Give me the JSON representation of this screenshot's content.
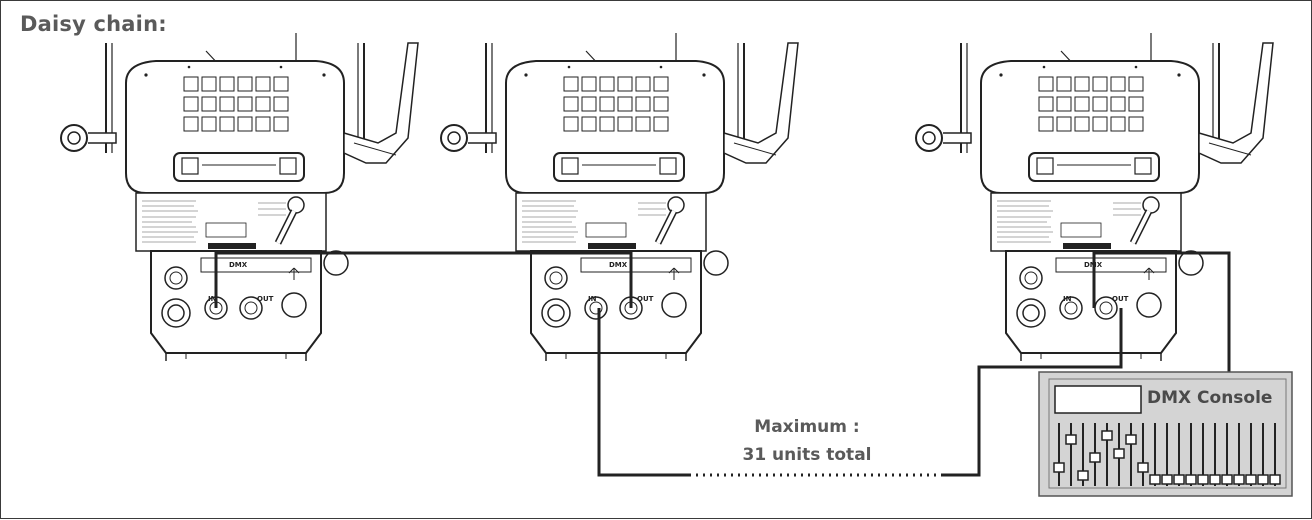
{
  "title": "Daisy chain:",
  "note": {
    "line1": "Maximum :",
    "line2": "31 units total"
  },
  "console": {
    "label": "DMX Console"
  },
  "fixture_panel": {
    "dmx_label": "DMX",
    "in_label": "IN",
    "out_label": "OUT"
  },
  "colors": {
    "line": "#222222",
    "console_fill": "#d4d4d4",
    "text": "#5a5a5a"
  }
}
